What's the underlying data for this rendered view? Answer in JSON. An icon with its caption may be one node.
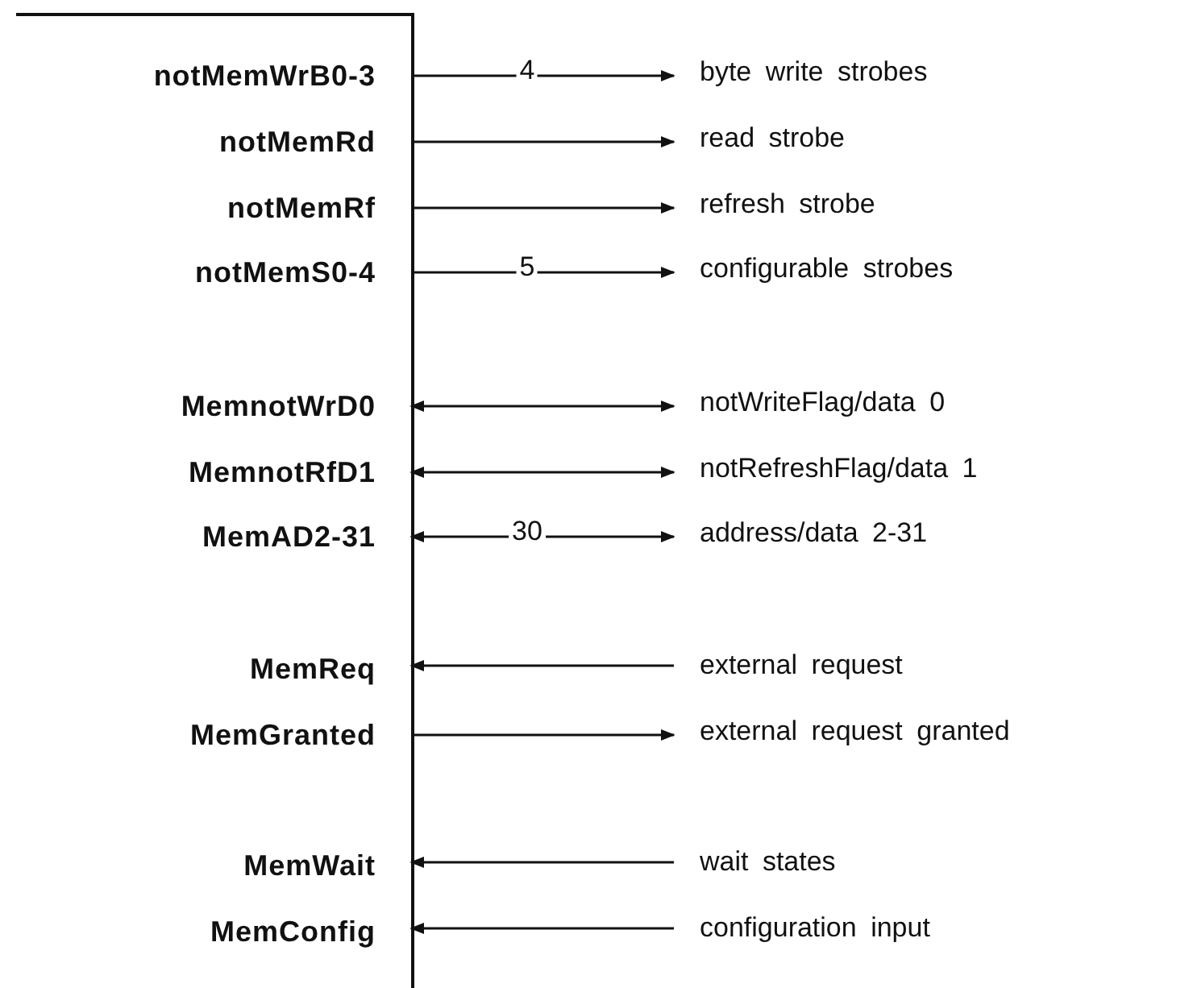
{
  "diagram": {
    "nodes": [
      {
        "text": [],
        "shape": "box"
      },
      {
        "text": [
          "notMemWrB0-3"
        ],
        "in": 0
      },
      {
        "text": [
          "byte write strobes"
        ]
      },
      {
        "text": [
          "notMemRd"
        ],
        "in": 0
      },
      {
        "text": [
          "read strobe"
        ]
      },
      {
        "text": [
          "notMemRf"
        ],
        "in": 0
      },
      {
        "text": [
          "refresh strobe"
        ]
      },
      {
        "text": [
          "notMemS0-4"
        ],
        "in": 0
      },
      {
        "text": [
          "configurable strobes"
        ]
      },
      {
        "text": [
          "MemnotWrD0"
        ],
        "in": 0
      },
      {
        "text": [
          "notWriteFlag/data 0"
        ]
      },
      {
        "text": [
          "MemnotRfD1"
        ],
        "in": 0
      },
      {
        "text": [
          "notRefreshFlag/data 1"
        ]
      },
      {
        "text": [
          "MemAD2-31"
        ],
        "in": 0
      },
      {
        "text": [
          "address/data 2-31"
        ]
      },
      {
        "text": [
          "MemReq"
        ],
        "in": 0
      },
      {
        "text": [
          "external request"
        ]
      },
      {
        "text": [
          "MemGranted"
        ],
        "in": 0
      },
      {
        "text": [
          "external request granted"
        ]
      },
      {
        "text": [
          "MemWait"
        ],
        "in": 0
      },
      {
        "text": [
          "wait states"
        ]
      },
      {
        "text": [
          "MemConfig"
        ],
        "in": 0
      },
      {
        "text": [
          "configuration input"
        ]
      }
    ],
    "edges": [
      {
        "from": 1,
        "to": 2,
        "arrow": "to",
        "label": "4"
      },
      {
        "from": 3,
        "to": 4,
        "arrow": "to"
      },
      {
        "from": 5,
        "to": 6,
        "arrow": "to"
      },
      {
        "from": 7,
        "to": 8,
        "arrow": "to",
        "label": "5"
      },
      {
        "from": 9,
        "to": 10,
        "arrow": "both"
      },
      {
        "from": 11,
        "to": 12,
        "arrow": "both"
      },
      {
        "from": 13,
        "to": 14,
        "arrow": "both",
        "label": "30"
      },
      {
        "from": 16,
        "to": 15,
        "arrow": "to"
      },
      {
        "from": 17,
        "to": 18,
        "arrow": "to"
      },
      {
        "from": 20,
        "to": 19,
        "arrow": "to"
      },
      {
        "from": 22,
        "to": 21,
        "arrow": "to"
      }
    ]
  }
}
